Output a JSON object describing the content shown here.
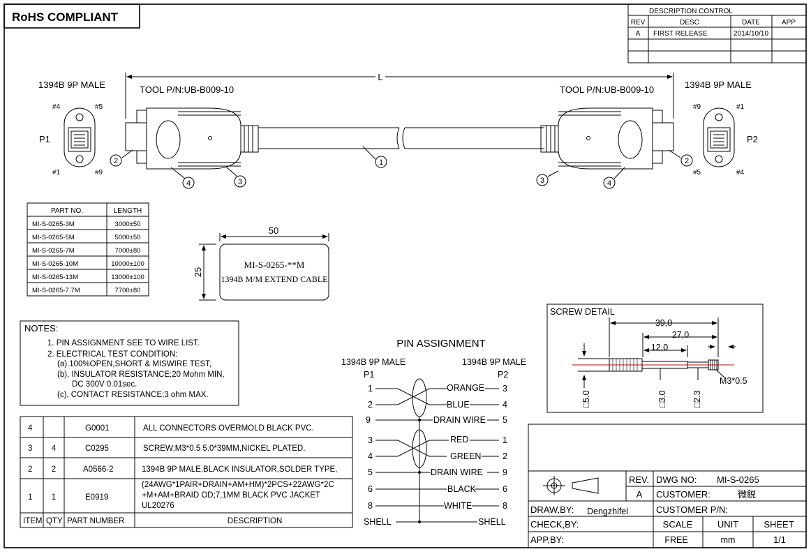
{
  "header": {
    "rohs": "RoHS COMPLIANT"
  },
  "revision": {
    "title": "DESCRIPTION  CONTROL",
    "headers": [
      "REV",
      "DESC",
      "DATE",
      "APP"
    ],
    "rows": [
      [
        "A",
        "FIRST RELEASE",
        "2014/10/10",
        ""
      ]
    ]
  },
  "cable": {
    "length_label": "L",
    "left_connector": "1394B 9P MALE",
    "right_connector": "1394B 9P MALE",
    "left_tool": "TOOL P/N:UB-B009-10",
    "right_tool": "TOOL P/N:UB-B009-10",
    "p1": "P1",
    "p2": "P2",
    "left_pins": [
      "#4",
      "#5",
      "#1",
      "#9"
    ],
    "right_pins": [
      "#9",
      "#1",
      "#5",
      "#4"
    ],
    "balloons": [
      "1",
      "2",
      "3",
      "4"
    ]
  },
  "length_table": {
    "headers": [
      "PART NO.",
      "LENGTH"
    ],
    "rows": [
      [
        "MI-S-0265-3M",
        "3000±50"
      ],
      [
        "MI-S-0265-5M",
        "5000±50"
      ],
      [
        "MI-S-0265-7M",
        "7000±80"
      ],
      [
        "MI-S-0265-10M",
        "10000±100"
      ],
      [
        "MI-S-0265-13M",
        "13000±100"
      ],
      [
        "MI-S-0265-7.7M",
        "7700±80"
      ]
    ]
  },
  "label": {
    "width": "50",
    "height": "25",
    "line1": "MI-S-0265-**M",
    "line2": "1394B M/M EXTEND CABLE"
  },
  "notes": {
    "title": "NOTES:",
    "lines": [
      "1. PIN ASSIGNMENT SEE TO WIRE LIST.",
      "2. ELECTRICAL TEST CONDITION:",
      "(a).100%OPEN,SHORT & MISWIRE TEST,",
      "(b), INSULATOR RESISTANCE;20 Mohm MIN,",
      "DC 300V 0.01sec.",
      "(c), CONTACT RESISTANCE;3 ohm MAX."
    ]
  },
  "pin_assignment": {
    "title": "PIN   ASSIGNMENT",
    "left_header": "1394B 9P MALE",
    "right_header": "1394B 9P MALE",
    "p1": "P1",
    "p2": "P2",
    "rows": [
      {
        "left": "1",
        "label": "ORANGE",
        "right": "3"
      },
      {
        "left": "2",
        "label": "BLUE",
        "right": "4"
      },
      {
        "left": "9",
        "label": "DRAIN WIRE",
        "right": "5"
      },
      {
        "left": "3",
        "label": "RED",
        "right": "1"
      },
      {
        "left": "4",
        "label": "GREEN",
        "right": "2"
      },
      {
        "left": "5",
        "label": "DRAIN WIRE",
        "right": "9"
      },
      {
        "left": "6",
        "label": "BLACK",
        "right": "6"
      },
      {
        "left": "8",
        "label": "WHITE",
        "right": "8"
      },
      {
        "left": "SHELL",
        "label": "",
        "right": "SHELL"
      }
    ]
  },
  "screw": {
    "title": "SCREW DETAIL",
    "d1": "39,0",
    "d2": "27,0",
    "d3": "12,0",
    "thread": "M3*0.5",
    "v1": "□5.0",
    "v2": "□3.0",
    "v3": "□2.3"
  },
  "bom": {
    "headers": [
      "ITEM",
      "QTY",
      "PART NUMBER",
      "DESCRIPTION"
    ],
    "rows": [
      {
        "item": "4",
        "qty": "",
        "part": "G0001",
        "desc": [
          "ALL CONNECTORS OVERMOLD BLACK PVC."
        ]
      },
      {
        "item": "3",
        "qty": "4",
        "part": "C0295",
        "desc": [
          "SCREW:M3*0.5  5.0*39MM,NICKEL PLATED."
        ]
      },
      {
        "item": "2",
        "qty": "2",
        "part": "A0566-2",
        "desc": [
          "1394B 9P MALE,BLACK INSULATOR,SOLDER TYPE,"
        ]
      },
      {
        "item": "1",
        "qty": "1",
        "part": "E0919",
        "desc": [
          "(24AWG*1PAIR+DRAIN+AM+HM)*2PCS+22AWG*2C",
          "+M+AM+BRAID OD;7,1MM BLACK PVC JACKET",
          "UL20276"
        ]
      }
    ]
  },
  "title_block": {
    "rev_label": "REV.",
    "rev_value": "A",
    "dwg_no_label": "DWG NO:",
    "dwg_no_value": "MI-S-0265",
    "customer_label": "CUSTOMER:",
    "customer_value": "微鋭",
    "customer_pn_label": "CUSTOMER P/N:",
    "draw_label": "DRAW,BY:",
    "draw_value": "Dengzhlfel",
    "check_label": "CHECK,BY:",
    "app_label": "APP,BY:",
    "scale_label": "SCALE",
    "scale_value": "FREE",
    "unit_label": "UNIT",
    "unit_value": "mm",
    "sheet_label": "SHEET",
    "sheet_value": "1/1"
  }
}
